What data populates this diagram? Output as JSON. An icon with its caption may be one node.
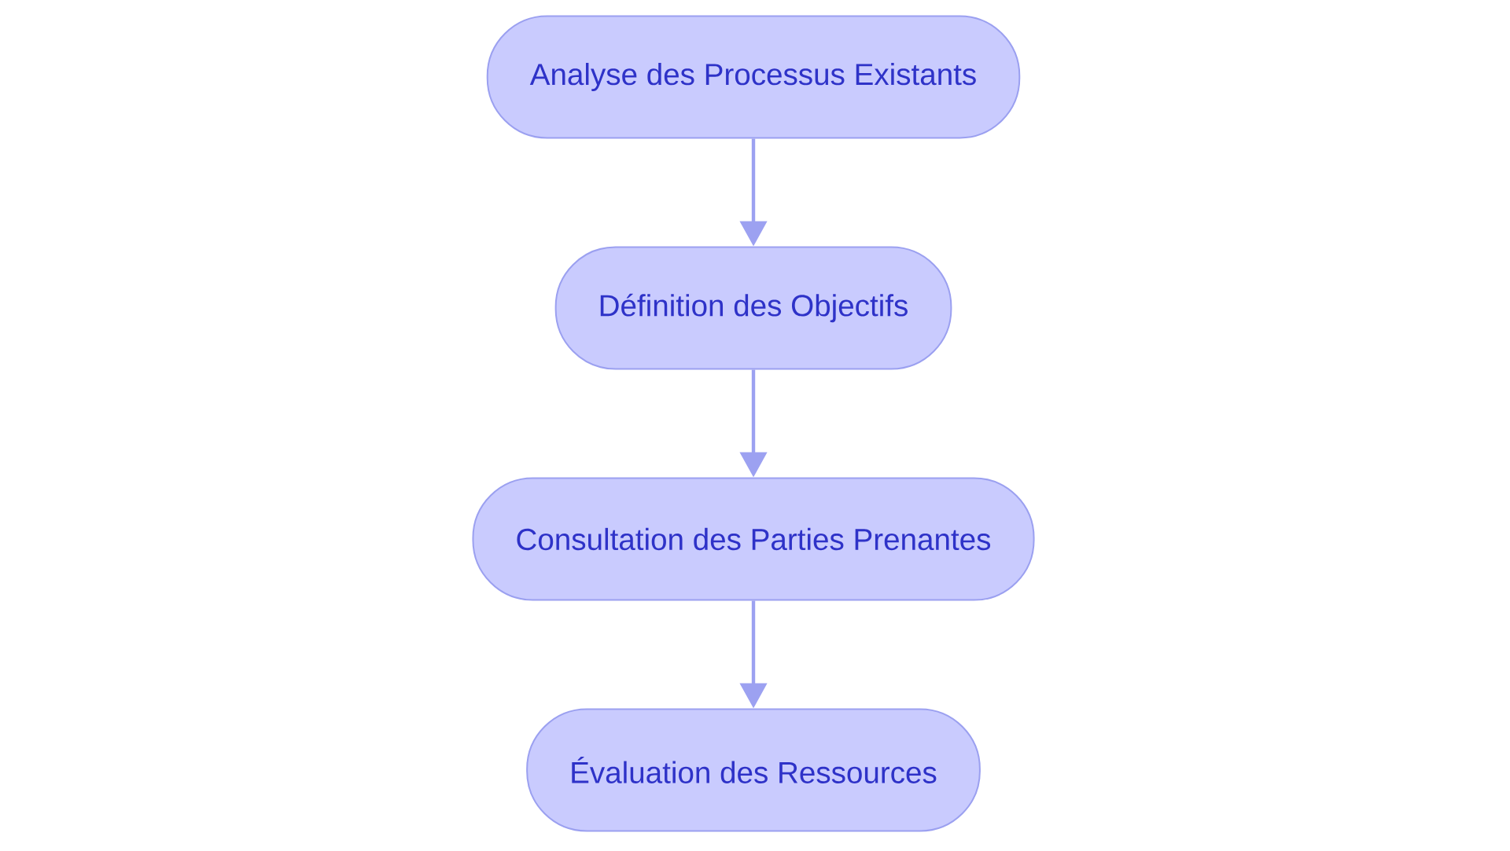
{
  "diagram": {
    "nodes": [
      {
        "text": [
          "Analyse des Processus Existants"
        ]
      },
      {
        "text": [
          "Définition des Objectifs"
        ]
      },
      {
        "text": [
          "Consultation des Parties Prenantes"
        ]
      },
      {
        "text": [
          "Évaluation des Ressources"
        ]
      }
    ],
    "edges": [
      {
        "from": 0,
        "to": 1,
        "arrow": "to"
      },
      {
        "from": 1,
        "to": 2,
        "arrow": "to"
      },
      {
        "from": 2,
        "to": 3,
        "arrow": "to"
      }
    ]
  }
}
